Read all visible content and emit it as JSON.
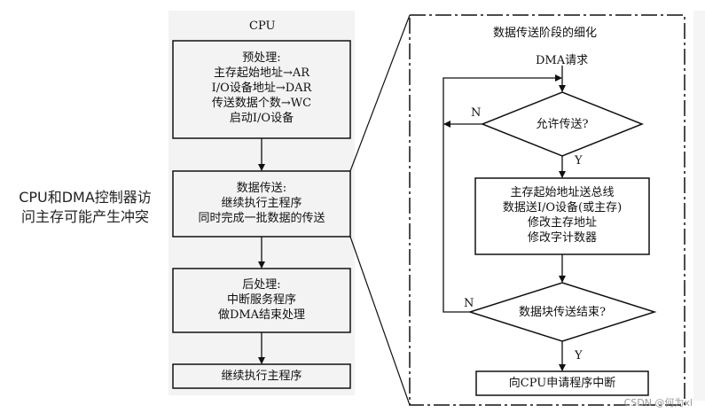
{
  "side_note": {
    "line1": "CPU和DMA控制器访",
    "line2": "问主存可能产生冲突"
  },
  "cpu": {
    "title": "CPU",
    "pre": {
      "title": "预处理:",
      "l1": "主存起始地址→AR",
      "l2": "I/O设备地址→DAR",
      "l3": "传送数据个数→WC",
      "l4": "启动I/O设备"
    },
    "transfer": {
      "title": "数据传送:",
      "l1": "继续执行主程序",
      "l2": "同时完成一批数据的传送"
    },
    "post": {
      "title": "后处理:",
      "l1": "中断服务程序",
      "l2": "做DMA结束处理"
    },
    "continue": "继续执行主程序"
  },
  "detail": {
    "title": "数据传送阶段的细化",
    "request": "DMA请求",
    "decision1": "允许传送?",
    "ops": {
      "l1": "主存起始地址送总线",
      "l2": "数据送I/O设备(或主存)",
      "l3": "修改主存地址",
      "l4": "修改字计数器"
    },
    "decision2": "数据块传送结束?",
    "end": "向CPU申请程序中断",
    "no": "N",
    "yes": "Y"
  },
  "watermark": "CSDN @何为xl"
}
